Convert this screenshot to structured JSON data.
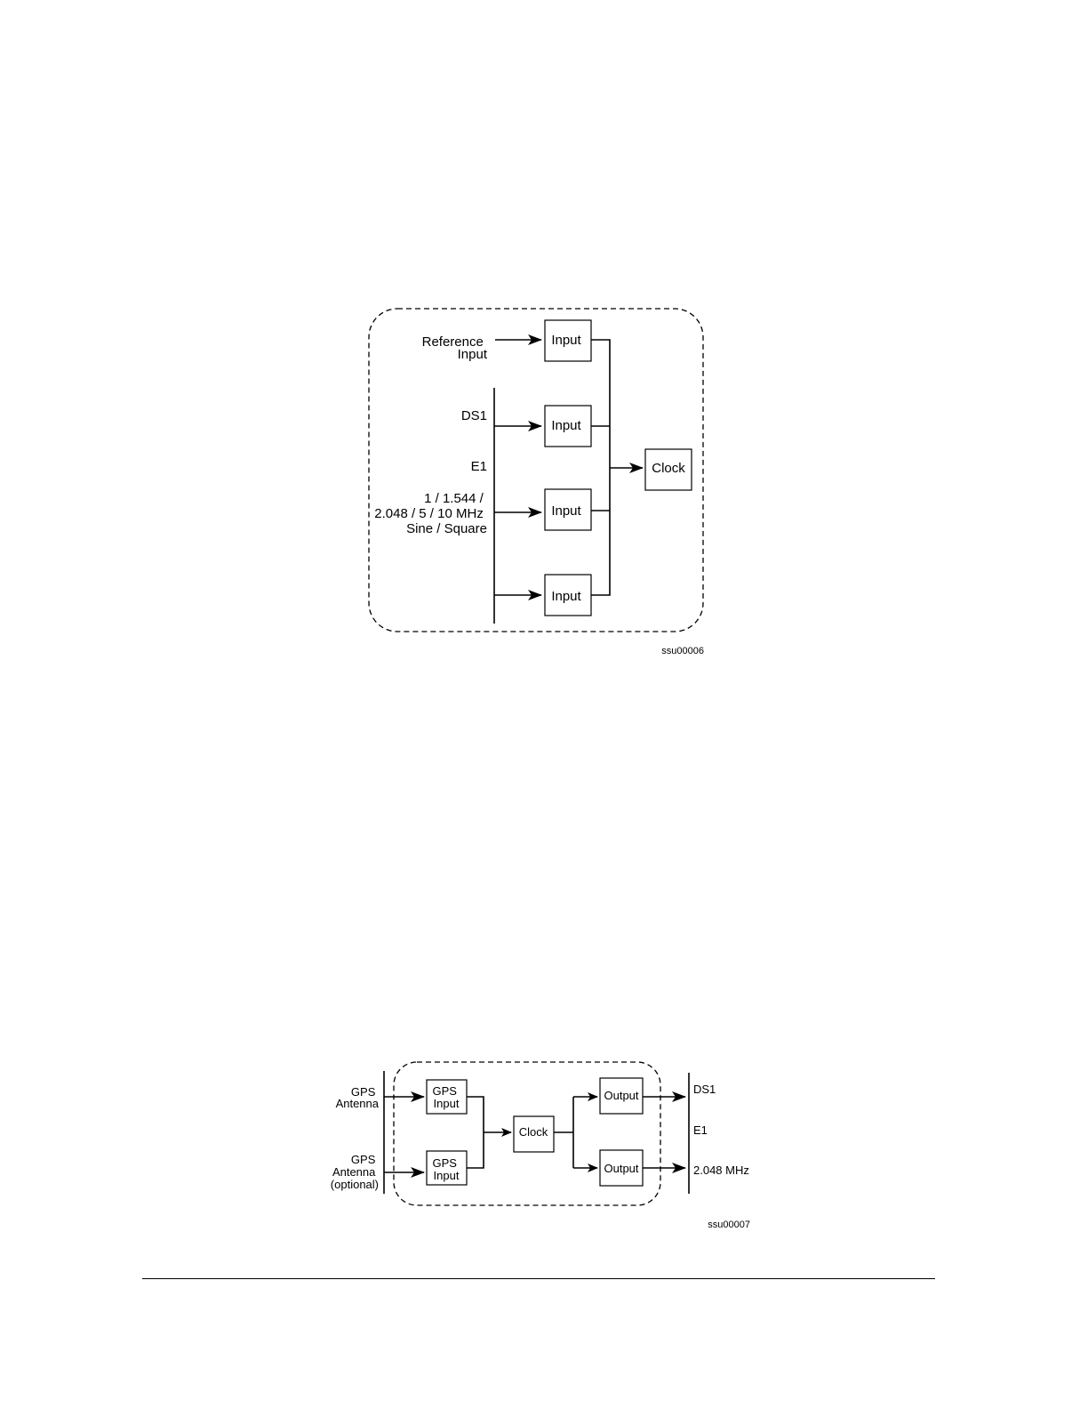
{
  "figure1": {
    "blocks": {
      "input": "Input",
      "clock": "Clock"
    },
    "labels": {
      "reference": [
        "Reference",
        "Input"
      ],
      "ds1": "DS1",
      "e1": "E1",
      "freq": [
        "1 / 1.544 /",
        "2.048 / 5 / 10 MHz",
        "Sine / Square"
      ]
    },
    "figure_id": "ssu00006"
  },
  "figure2": {
    "blocks": {
      "gps_input": [
        "GPS",
        "Input"
      ],
      "clock": "Clock",
      "output": "Output"
    },
    "labels": {
      "gps_antenna": [
        "GPS",
        "Antenna"
      ],
      "gps_antenna_optional": [
        "GPS",
        "Antenna",
        "(optional)"
      ],
      "ds1": "DS1",
      "e1": "E1",
      "mhz": "2.048 MHz"
    },
    "figure_id": "ssu00007"
  }
}
